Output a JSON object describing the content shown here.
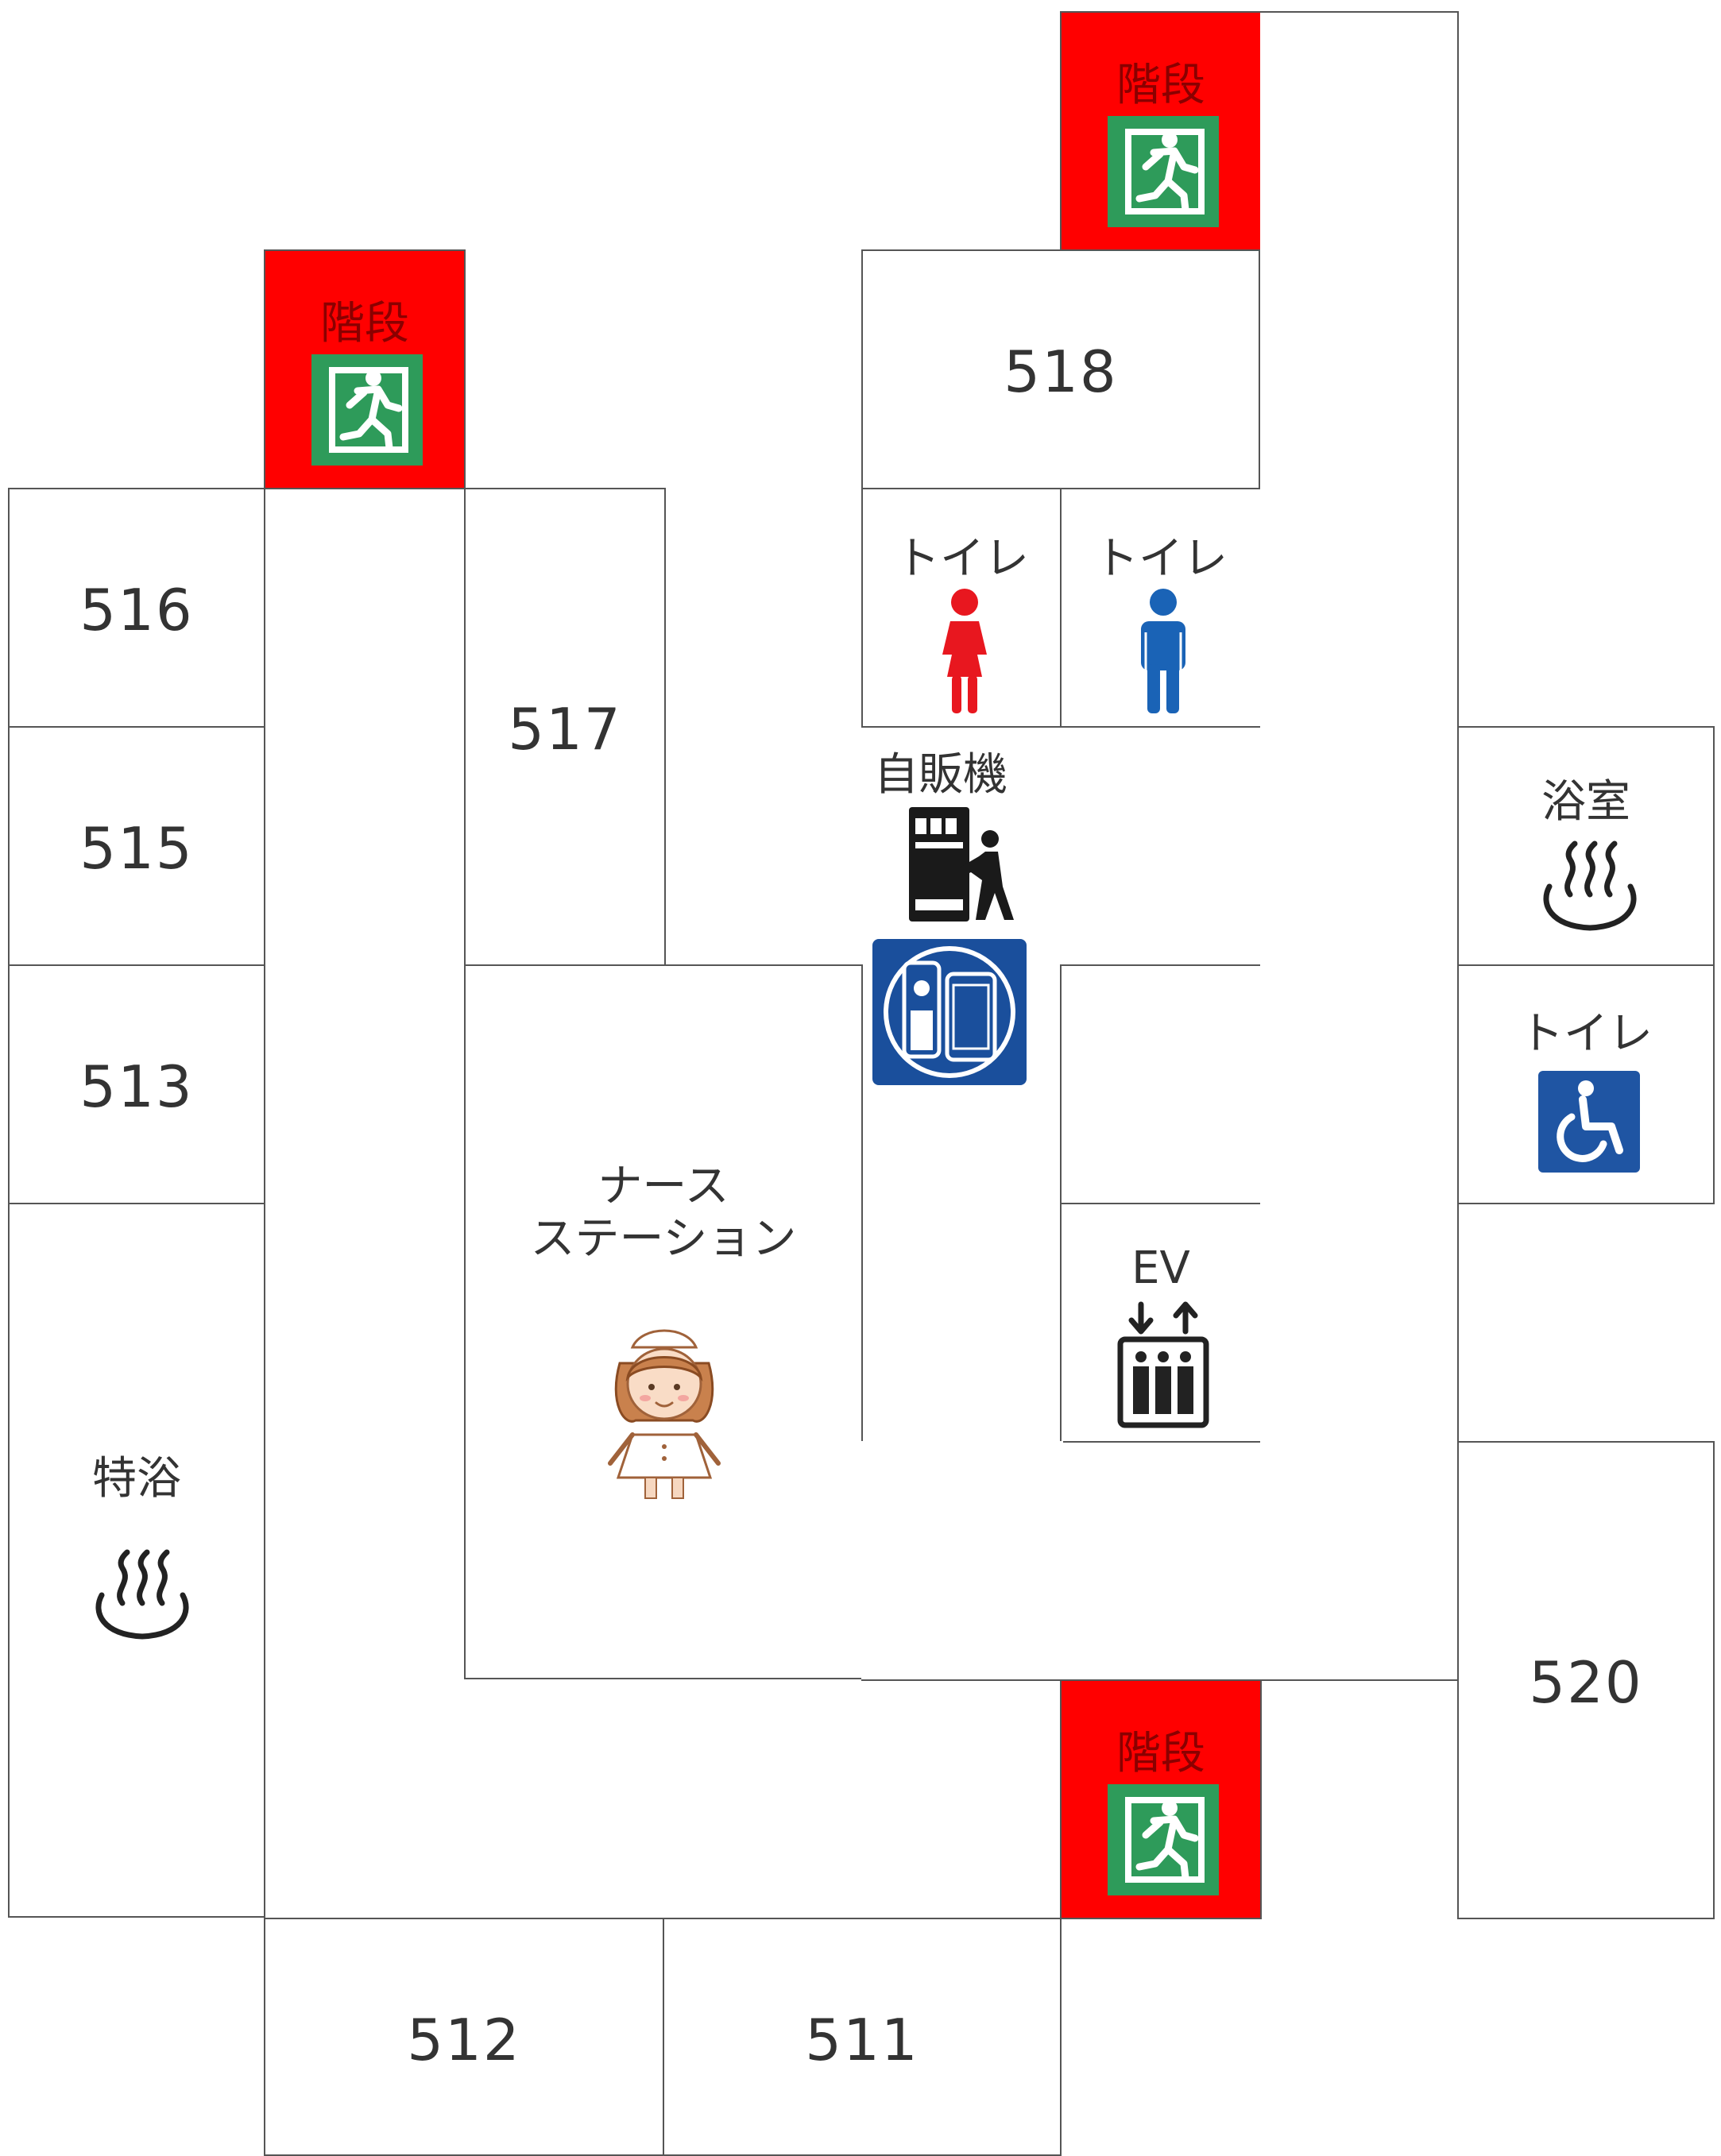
{
  "rooms": {
    "r516": "516",
    "r515": "515",
    "r513": "513",
    "r517": "517",
    "r518": "518",
    "r512": "512",
    "r511": "511",
    "r520": "520"
  },
  "labels": {
    "stairs": "階段",
    "toilet": "トイレ",
    "vending": "自販機",
    "bath": "浴室",
    "special_bath": "特浴",
    "nurse_station_line1": "ナース",
    "nurse_station_line2": "ステーション",
    "elevator": "EV"
  },
  "icons": {
    "emergency_exit": "emergency-exit-icon",
    "female_toilet": "female-person-icon",
    "male_toilet": "male-person-icon",
    "vending_machine": "vending-machine-icon",
    "mobile_phone": "mobile-phone-icon",
    "wheelchair": "wheelchair-icon",
    "hot_spring": "hot-spring-icon",
    "elevator": "elevator-icon",
    "nurse": "nurse-illustration"
  },
  "colors": {
    "stairs_background": "#ff0000",
    "exit_sign_green": "#2e9b5a",
    "female_red": "#e8171f",
    "male_blue": "#1a63b6",
    "phone_blue": "#1a4f9c",
    "wheelchair_blue": "#1f55a3"
  }
}
